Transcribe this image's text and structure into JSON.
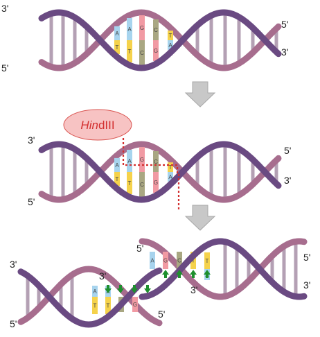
{
  "enzyme": {
    "name_italic": "Hin",
    "name_rest": "dIII"
  },
  "labels": {
    "three_prime": "3'",
    "five_prime": "5'"
  },
  "strand_top_bases": [
    "A",
    "A",
    "G",
    "C",
    "T",
    "T"
  ],
  "strand_bottom_bases": [
    "T",
    "T",
    "C",
    "G",
    "A",
    "A"
  ],
  "colors": {
    "backbone_dark": "#6a4a82",
    "backbone_light": "#a76d8e",
    "rung": "#b4a0b4",
    "base_A": "#a7d4ee",
    "base_T": "#f5d24b",
    "base_G": "#f19aa3",
    "base_C": "#a9a782",
    "cut_line": "#d32f2f",
    "enzyme_fill": "#f7c3c3",
    "arrow": "#1e8f2e",
    "process_arrow": "#c8c8c8"
  },
  "icons": {
    "process_arrow": "down-arrow-icon",
    "bond_arrow": "small-arrow-icon"
  }
}
